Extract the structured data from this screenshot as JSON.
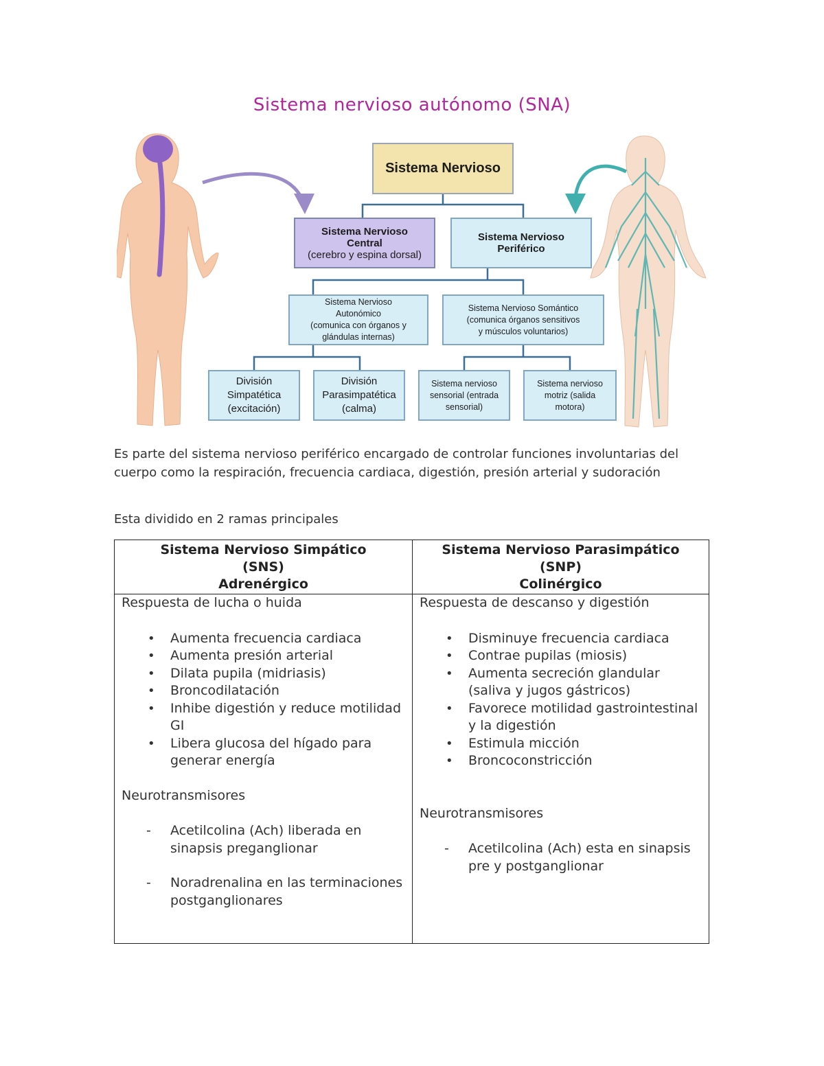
{
  "title": "Sistema nervioso autónomo (SNA)",
  "diagram": {
    "root": "Sistema Nervioso",
    "central": [
      "Sistema Nervioso",
      "Central",
      "(cerebro y espina dorsal)"
    ],
    "peripheral": [
      "Sistema Nervioso",
      "Periférico"
    ],
    "autonomic": [
      "Sistema Nervioso",
      "Autonómico",
      "(comunica con órganos y",
      "glándulas internas)"
    ],
    "somatic": [
      "Sistema Nervioso Somántico",
      "(comunica órganos sensitivos",
      "y músculos voluntarios)"
    ],
    "sympathetic": [
      "División",
      "Simpatética",
      "(excitación)"
    ],
    "parasympathetic": [
      "División",
      "Parasimpatética",
      "(calma)"
    ],
    "sensory": [
      "Sistema nervioso",
      "sensorial (entrada",
      "sensorial)"
    ],
    "motor": [
      "Sistema nervioso",
      "motriz (salida",
      "motora)"
    ],
    "colors": {
      "central_arrow": "#9b8bc8",
      "peripheral_arrow": "#3fb0ad",
      "body": "#f6c9aa",
      "brain": "#8e63c6",
      "nerves": "#4fb3b0"
    }
  },
  "intro": "Es parte del sistema nervioso periférico encargado de controlar funciones involuntarias  del cuerpo como la respiración, frecuencia cardiaca, digestión, presión arterial y sudoración",
  "branches_line": "Esta dividido en 2 ramas principales",
  "table": {
    "left": {
      "header": [
        "Sistema Nervioso Simpático",
        "(SNS)",
        "Adrenérgico"
      ],
      "response": "Respuesta de lucha o huida",
      "effects": [
        "Aumenta frecuencia cardiaca",
        "Aumenta presión arterial",
        "Dilata pupila (midriasis)",
        "Broncodilatación",
        "Inhibe digestión y reduce motilidad GI",
        "Libera glucosa del hígado para generar energía"
      ],
      "nt_label": "Neurotransmisores",
      "nts": [
        "Acetilcolina (Ach)  liberada en sinapsis preganglionar",
        "Noradrenalina  en las terminaciones postganglionares"
      ]
    },
    "right": {
      "header": [
        "Sistema Nervioso Parasimpático",
        "(SNP)",
        "Colinérgico"
      ],
      "response": "Respuesta de descanso y digestión",
      "effects": [
        "Disminuye frecuencia cardiaca",
        "Contrae pupilas (miosis)",
        "Aumenta secreción glandular (saliva y jugos gástricos)",
        "Favorece motilidad gastrointestinal y la digestión",
        "Estimula micción",
        "Broncoconstricción"
      ],
      "nt_label": "Neurotransmisores",
      "nts": [
        "Acetilcolina (Ach) esta en sinapsis pre y postganglionar"
      ]
    }
  }
}
